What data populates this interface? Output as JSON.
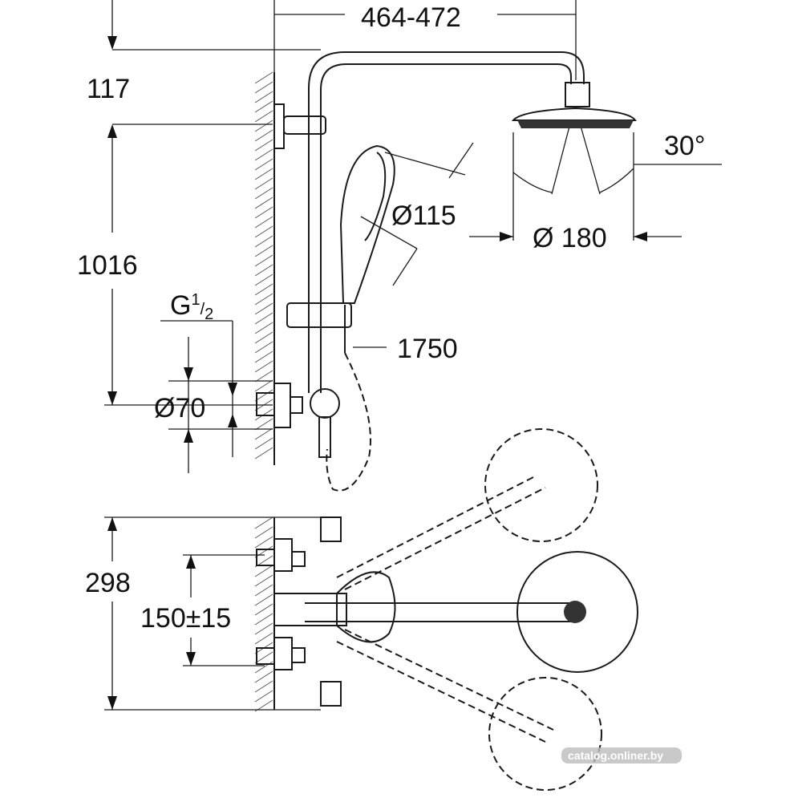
{
  "dimensions": {
    "top_width": "464-472",
    "head_height": "117",
    "rail_height": "1016",
    "thread_main": "G",
    "thread_num": "1",
    "thread_den": "2",
    "inlet_diameter": "Ø70",
    "hand_shower_diameter": "Ø115",
    "head_diameter": "Ø 180",
    "spray_angle": "30°",
    "hose_length": "1750",
    "mixer_height": "298",
    "inlet_spacing": "150±15"
  },
  "watermark": "catalog.onliner.by"
}
